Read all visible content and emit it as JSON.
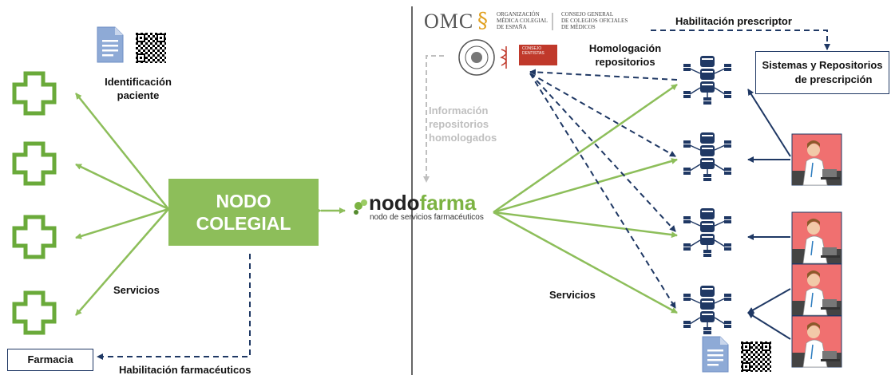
{
  "left": {
    "patient_id_label_1": "Identificación",
    "patient_id_label_2": "paciente",
    "nodo_colegial_1": "NODO",
    "nodo_colegial_2": "COLEGIAL",
    "services_label": "Servicios",
    "pharmacy_label": "Farmacia",
    "pharmacist_enable_label": "Habilitación farmacéuticos"
  },
  "nodofarma": {
    "logo_part1": "nodo",
    "logo_part2": "farma",
    "tagline": "nodo de servicios farmacéuticos"
  },
  "right": {
    "omc_logo": "OMC",
    "omc_org_1": "ORGANIZACIÓN",
    "omc_org_2": "MÉDICA COLEGIAL",
    "omc_org_3": "DE ESPAÑA",
    "consejo_1": "CONSEJO GENERAL",
    "consejo_2": "DE COLEGIOS OFICIALES",
    "consejo_3": "DE MÉDICOS",
    "prescriber_enable_label": "Habilitación prescriptor",
    "homologation_1": "Homologación",
    "homologation_2": "repositorios",
    "info_1": "Información",
    "info_2": "repositorios",
    "info_3": "homologados",
    "systems_1": "Sistemas y Repositorios",
    "systems_2": "de prescripción",
    "services_label": "Servicios",
    "dentistas_1": "CONSEJO",
    "dentistas_2": "DENTISTAS"
  },
  "colors": {
    "green": "#8dbe5a",
    "cross_green": "#6aaa3a",
    "navy": "#1f3864",
    "grey": "#bfbfbf",
    "doctor_bg": "#f07070"
  }
}
